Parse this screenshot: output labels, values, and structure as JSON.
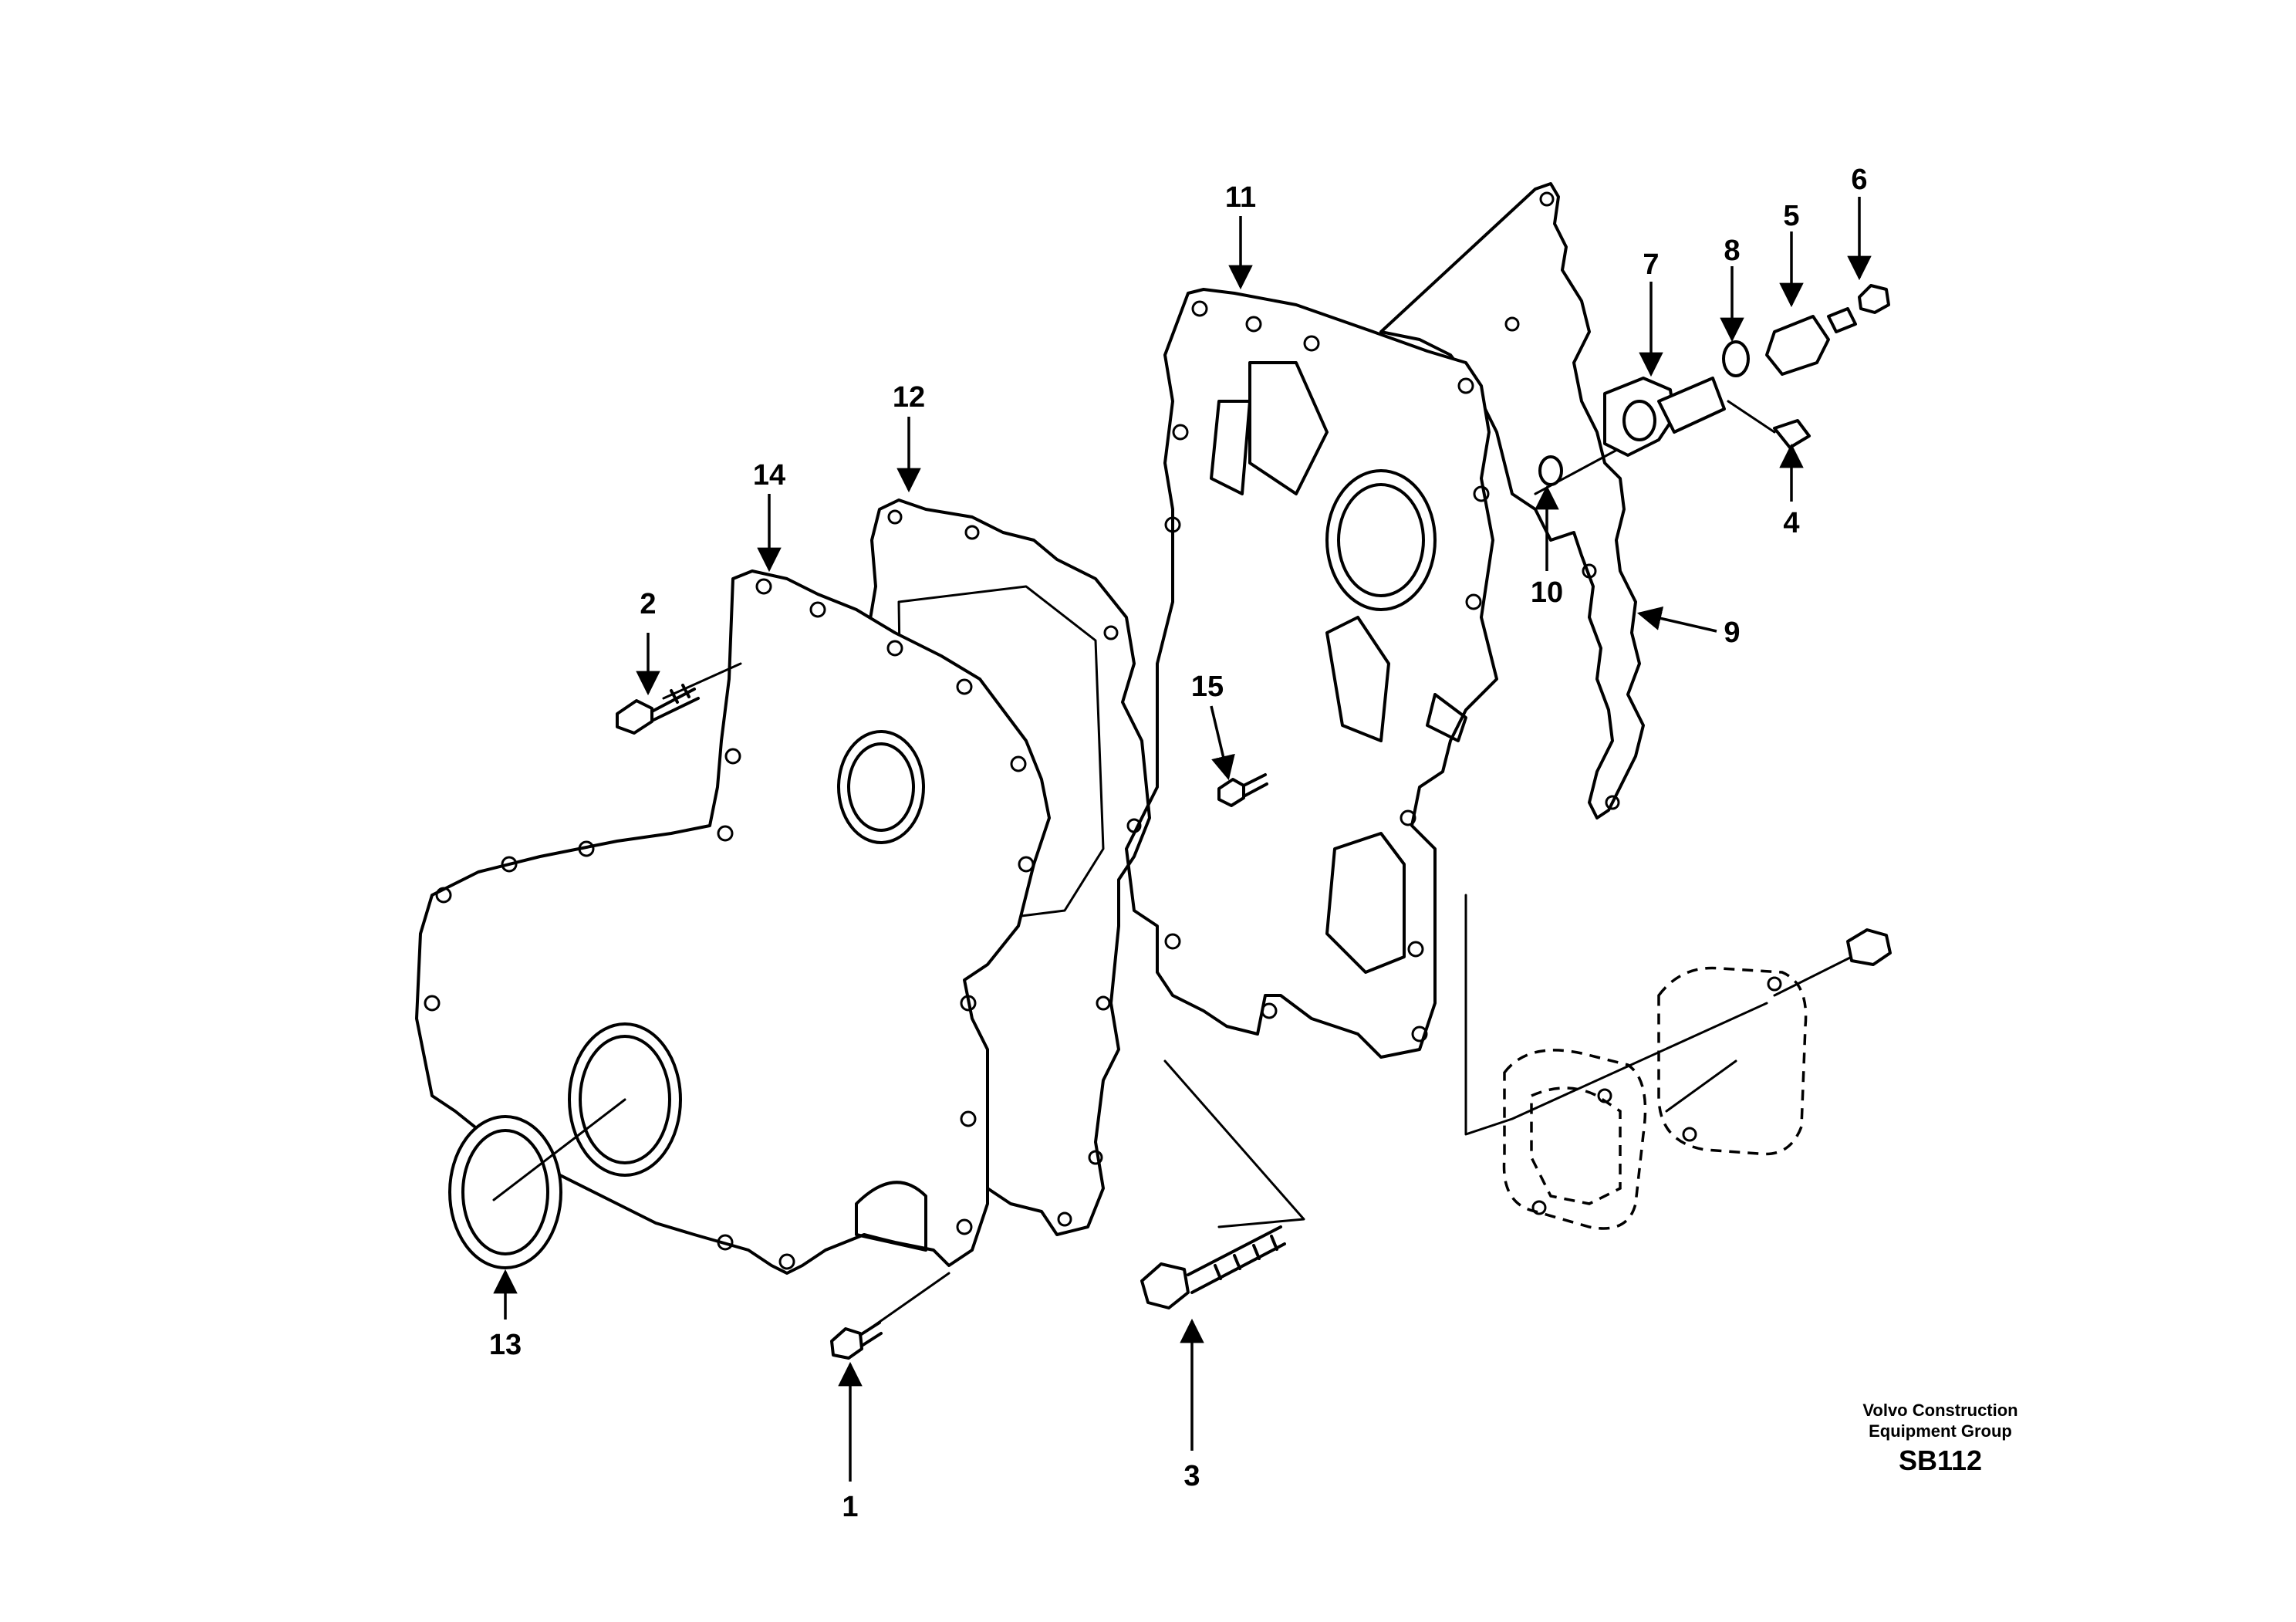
{
  "callouts": [
    {
      "id": "1",
      "label": "1"
    },
    {
      "id": "2",
      "label": "2"
    },
    {
      "id": "3",
      "label": "3"
    },
    {
      "id": "4",
      "label": "4"
    },
    {
      "id": "5",
      "label": "5"
    },
    {
      "id": "6",
      "label": "6"
    },
    {
      "id": "7",
      "label": "7"
    },
    {
      "id": "8",
      "label": "8"
    },
    {
      "id": "9",
      "label": "9"
    },
    {
      "id": "10",
      "label": "10"
    },
    {
      "id": "11",
      "label": "11"
    },
    {
      "id": "12",
      "label": "12"
    },
    {
      "id": "13",
      "label": "13"
    },
    {
      "id": "14",
      "label": "14"
    },
    {
      "id": "15",
      "label": "15"
    }
  ],
  "credit": {
    "line1": "Volvo Construction",
    "line2": "Equipment Group"
  },
  "drawing_code": "SB112"
}
